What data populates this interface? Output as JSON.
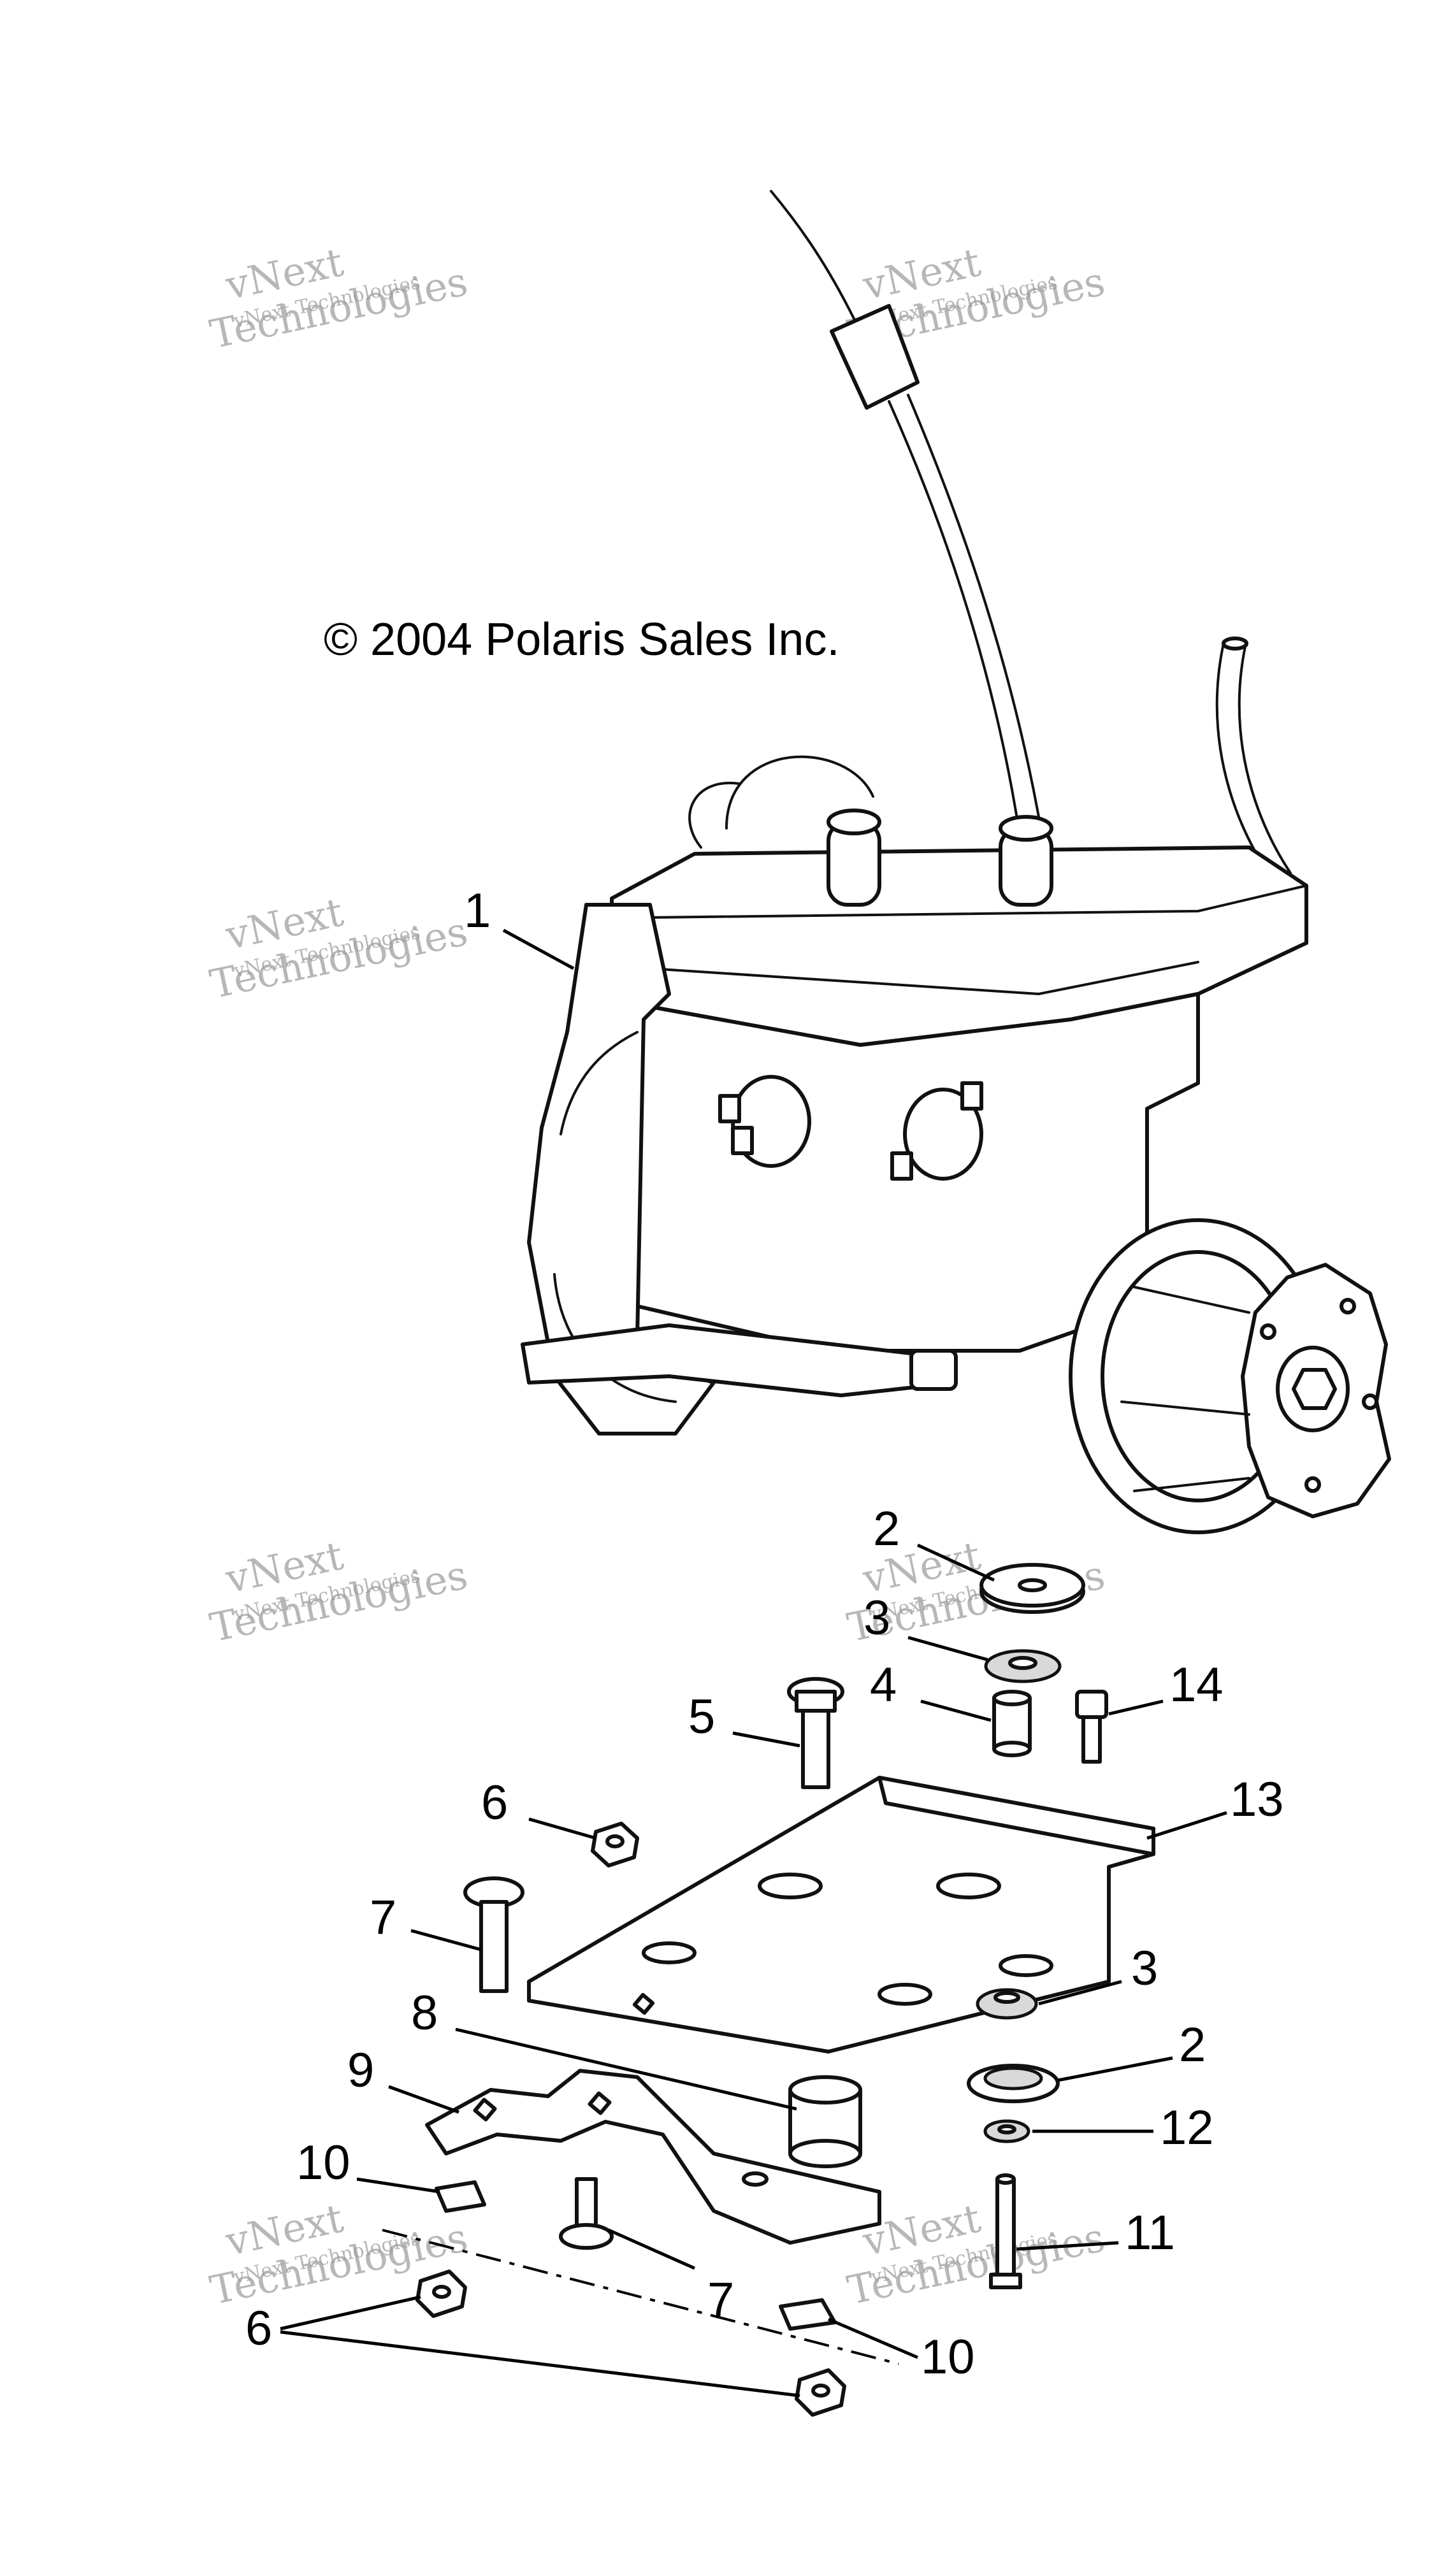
{
  "copyright": "© 2004 Polaris Sales Inc.",
  "watermark": {
    "small": "vNext Technologies",
    "brand_top": "vNext",
    "brand_bottom": "Technologies"
  },
  "callouts": [
    "1",
    "2",
    "3",
    "4",
    "14",
    "5",
    "13",
    "6",
    "7",
    "3",
    "8",
    "2",
    "9",
    "12",
    "10",
    "7",
    "11",
    "6",
    "10"
  ],
  "colors": {
    "line": "#111111",
    "background": "#ffffff",
    "watermark": "#9a9a9a"
  }
}
